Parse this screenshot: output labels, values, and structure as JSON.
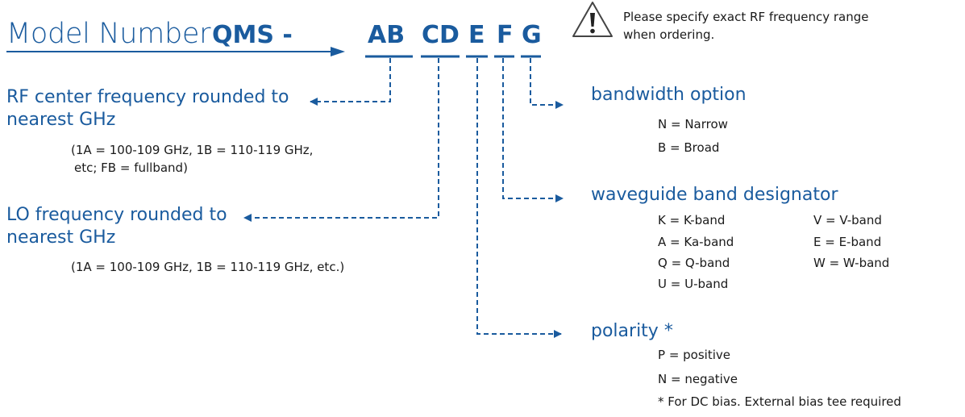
{
  "title": {
    "prefix": "Model Number",
    "series": "QMS -"
  },
  "codes": [
    "AB",
    "CD",
    "E",
    "F",
    "G"
  ],
  "warning": {
    "icon": "warning-triangle-icon",
    "text_line1": "Please specify exact RF frequency range",
    "text_line2": "when ordering."
  },
  "rf": {
    "heading_line1": "RF center frequency rounded to",
    "heading_line2": "nearest GHz",
    "note_line1": "(1A = 100-109 GHz, 1B = 110-119 GHz,",
    "note_line2": "etc; FB = fullband)"
  },
  "lo": {
    "heading_line1": "LO frequency rounded to",
    "heading_line2": "nearest GHz",
    "note_line1": "(1A = 100-109 GHz, 1B = 110-119 GHz, etc.)"
  },
  "bandwidth": {
    "heading": "bandwidth option",
    "options": [
      "N = Narrow",
      "B = Broad"
    ]
  },
  "waveguide": {
    "heading": "waveguide band designator",
    "col1": [
      "K = K-band",
      "A = Ka-band",
      "Q = Q-band",
      "U = U-band"
    ],
    "col2": [
      "V = V-band",
      "E = E-band",
      "W = W-band"
    ]
  },
  "polarity": {
    "heading": "polarity *",
    "options": [
      "P = positive",
      "N = negative"
    ],
    "footnote": "* For DC bias. External bias tee required"
  },
  "colors": {
    "accent": "#1a5b9e",
    "text": "#1a1a1a"
  }
}
